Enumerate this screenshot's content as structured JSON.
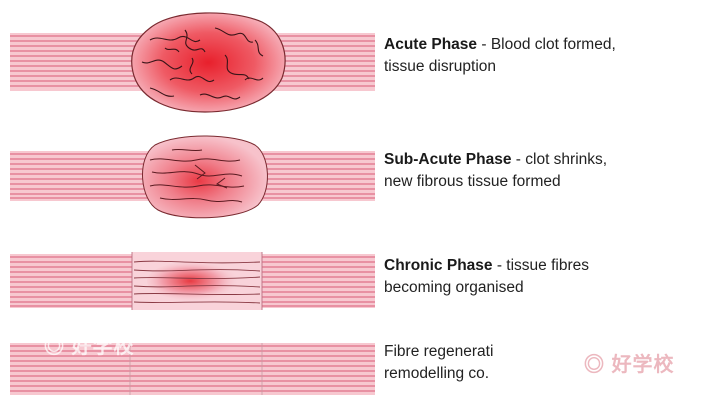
{
  "phases": [
    {
      "name": "Acute Phase",
      "description": " - Blood clot formed,",
      "description2": "tissue disruption"
    },
    {
      "name": "Sub-Acute Phase",
      "description": " - clot shrinks,",
      "description2": "new fibrous tissue formed"
    },
    {
      "name": "Chronic Phase",
      "description": " - tissue fibres",
      "description2": "becoming organised"
    },
    {
      "name": "",
      "description": "Fibre regenerati",
      "description2": "remodelling co."
    }
  ],
  "watermark": {
    "text": "好学校"
  },
  "colors": {
    "fibre_light": "#f7c8d0",
    "fibre_stripe": "#e07088",
    "clot_core": "#e8232f",
    "clot_outline": "#7a2a30",
    "text": "#222222"
  }
}
